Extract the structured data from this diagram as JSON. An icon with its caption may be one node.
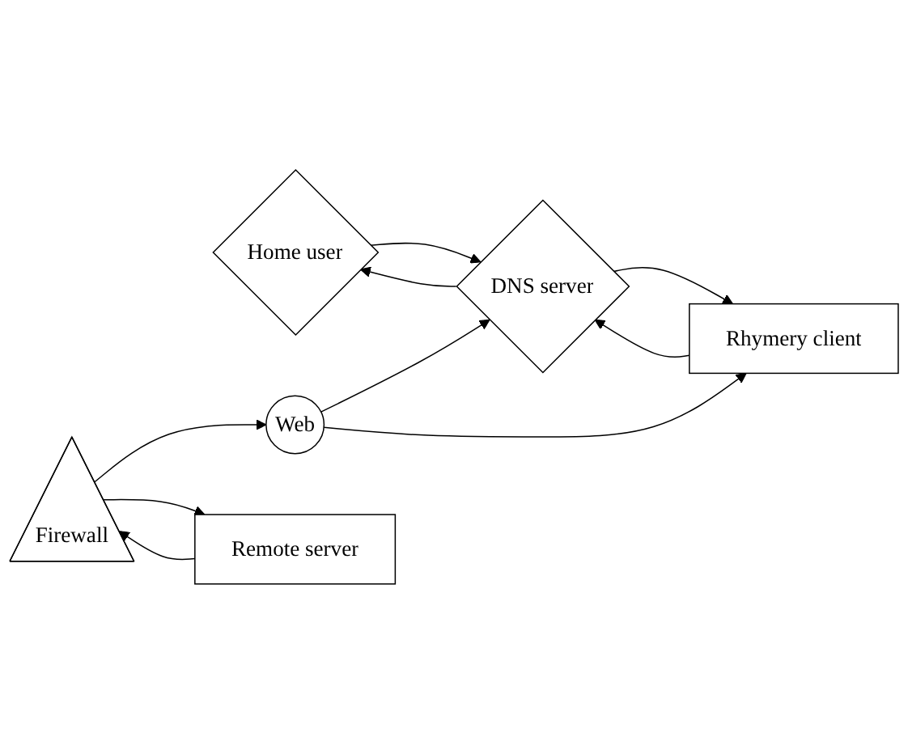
{
  "diagram": {
    "nodes": [
      {
        "text": [
          "Home user"
        ]
      },
      {
        "text": [
          "DNS server"
        ]
      },
      {
        "text": [
          "Web"
        ]
      },
      {
        "text": [
          "Rhymery client"
        ]
      },
      {
        "text": [
          "Firewall"
        ]
      },
      {
        "text": [
          "Remote server"
        ]
      }
    ],
    "edges": [
      {
        "from": 1,
        "to": 0,
        "arrow": "to"
      },
      {
        "from": 0,
        "to": 1,
        "arrow": "to"
      },
      {
        "from": 2,
        "to": 1,
        "arrow": "to"
      },
      {
        "from": 1,
        "to": 3,
        "arrow": "to"
      },
      {
        "from": 3,
        "to": 1,
        "arrow": "to"
      },
      {
        "from": 2,
        "to": 3,
        "arrow": "to"
      },
      {
        "from": 4,
        "to": 2,
        "arrow": "to"
      },
      {
        "from": 5,
        "to": 4,
        "arrow": "to"
      },
      {
        "from": 4,
        "to": 5,
        "arrow": "to"
      }
    ]
  }
}
